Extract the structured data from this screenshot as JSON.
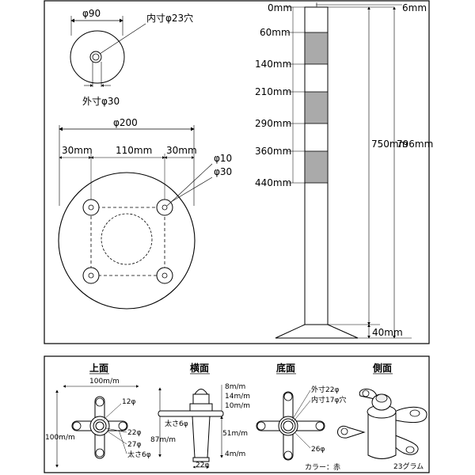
{
  "upper_panel": {
    "small_base": {
      "top_dim": "φ90",
      "inner_hole": "内寸φ23穴",
      "outer": "外寸φ30"
    },
    "large_base": {
      "diameter": "φ200",
      "left_margin": "30mm",
      "center_span": "110mm",
      "right_margin": "30mm",
      "hole_small": "φ10",
      "hole_large": "φ30"
    },
    "pole": {
      "top_label": "0mm",
      "cap_label": "6mm",
      "marks": [
        "60mm",
        "140mm",
        "210mm",
        "290mm",
        "360mm",
        "440mm"
      ],
      "height": "750mm",
      "total_height": "796mm",
      "base_height": "40mm"
    }
  },
  "lower_panel": {
    "headers": [
      "上面",
      "横面",
      "底面",
      "側面"
    ],
    "top_view": {
      "width": "100m/m",
      "height": "100m/m",
      "d12": "12φ",
      "d22": "22φ",
      "d27": "27φ",
      "thick": "太さ6φ"
    },
    "side_view": {
      "h8": "8m/m",
      "h14": "14m/m",
      "h10": "10m/m",
      "thick": "太さ6φ",
      "h87": "87m/m",
      "h51": "51m/m",
      "h4": "4m/m",
      "d22": "22φ"
    },
    "bottom_view": {
      "outer": "外寸22φ",
      "inner": "内寸17φ穴",
      "d26": "26φ",
      "color": "カラー：赤"
    },
    "perspective": {
      "weight": "23グラム"
    }
  }
}
